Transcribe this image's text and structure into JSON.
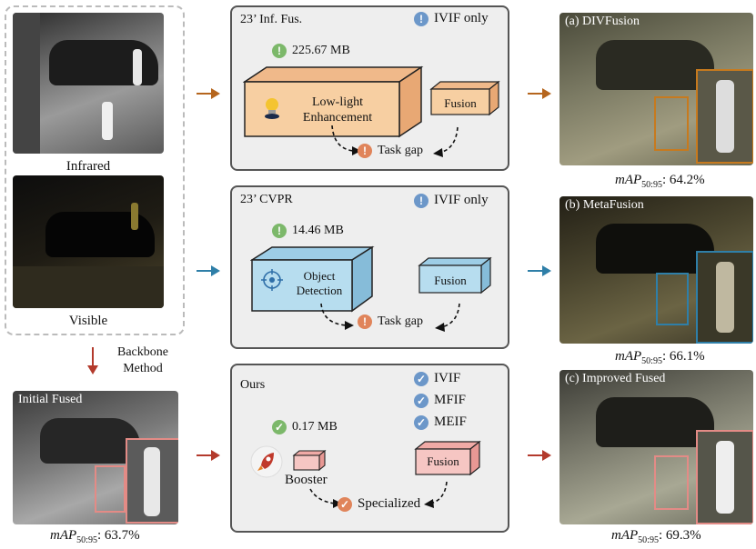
{
  "left": {
    "infrared_label": "Infrared",
    "visible_label": "Visible",
    "backbone_label_1": "Backbone",
    "backbone_label_2": "Method",
    "initial_fused_label": "Initial Fused",
    "initial_map_prefix": "mAP",
    "initial_map_sub": "50:95",
    "initial_map_value": ": 63.7%"
  },
  "panel1": {
    "title": "23’ Inf. Fus.",
    "scope": "IVIF only",
    "size": "225.67 MB",
    "module_line1": "Low-light",
    "module_line2": "Enhancement",
    "fusion": "Fusion",
    "gap": "Task gap"
  },
  "panel2": {
    "title": "23’ CVPR",
    "scope": "IVIF only",
    "size": "14.46 MB",
    "module_line1": "Object",
    "module_line2": "Detection",
    "fusion": "Fusion",
    "gap": "Task gap"
  },
  "panel3": {
    "title": "Ours",
    "tasks": [
      "IVIF",
      "MFIF",
      "MEIF"
    ],
    "size": "0.17 MB",
    "booster": "Booster",
    "fusion": "Fusion",
    "result": "Specialized"
  },
  "right": {
    "a_label": "(a) DIVFusion",
    "a_map_prefix": "mAP",
    "a_map_sub": "50:95",
    "a_map_value": ": 64.2%",
    "b_label": "(b) MetaFusion",
    "b_map_prefix": "mAP",
    "b_map_sub": "50:95",
    "b_map_value": ": 66.1%",
    "c_label": "(c) Improved Fused",
    "c_map_prefix": "mAP",
    "c_map_sub": "50:95",
    "c_map_value": ": 69.3%"
  },
  "colors": {
    "orange_arrow": "#b5651d",
    "blue_arrow": "#2f7fa8",
    "red_arrow": "#b33a2c",
    "box1_fill": "#f7cfa2",
    "box2_fill": "#b7ddef",
    "box3_fill": "#f6c6c3"
  }
}
